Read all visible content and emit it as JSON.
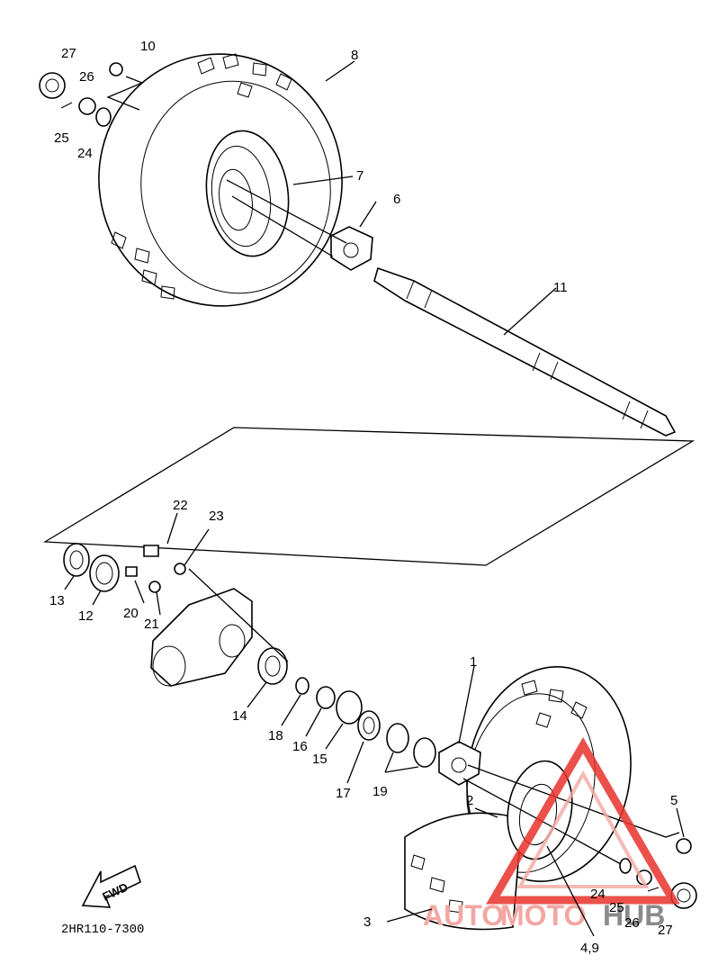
{
  "diagram": {
    "part_labels": [
      "10",
      "26",
      "27",
      "25",
      "24",
      "8",
      "7",
      "6",
      "11",
      "22",
      "23",
      "13",
      "12",
      "20",
      "21",
      "14",
      "18",
      "16",
      "15",
      "17",
      "19",
      "1",
      "2",
      "3",
      "5",
      "24",
      "25",
      "26",
      "27",
      "4,9"
    ],
    "fwd_label": "FWD",
    "reference_code": "2HR110-7300",
    "watermark": {
      "text_auto": "AUTO",
      "text_moto": "MOTO",
      "text_hub": "HUB",
      "color_primary": "#e8322a",
      "color_secondary": "#f2a7a3"
    }
  }
}
